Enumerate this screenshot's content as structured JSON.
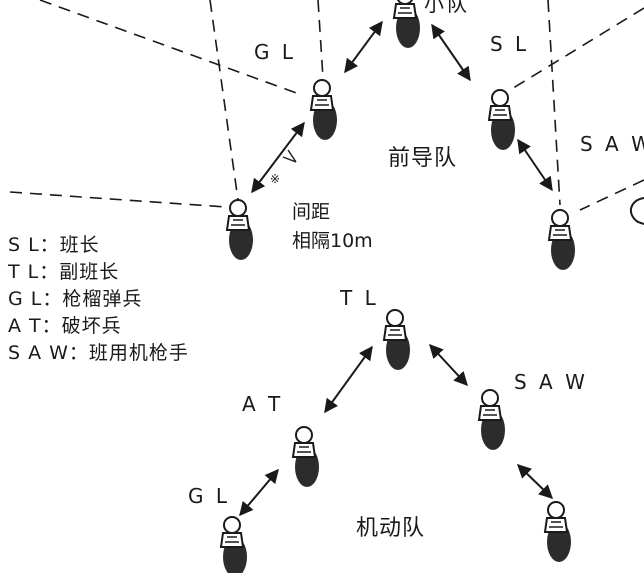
{
  "labels": {
    "gl_top": "G L",
    "sl": "S L",
    "saw_top": "S A W",
    "tl": "T L",
    "saw_bottom": "S A W",
    "at": "A T",
    "gl_bottom": "G L",
    "partial_top": "小队"
  },
  "teams": {
    "lead": "前导队",
    "maneuver": "机动队"
  },
  "spacing": {
    "line1": "间距",
    "line2": "相隔10m",
    "mark": "※"
  },
  "legend": [
    "S L：班长",
    "T L：副班长",
    "G L：枪榴弹兵",
    "A T：破坏兵",
    "S A W：班用机枪手"
  ],
  "colors": {
    "ink": "#1a1a1a",
    "background": "#ffffff"
  }
}
